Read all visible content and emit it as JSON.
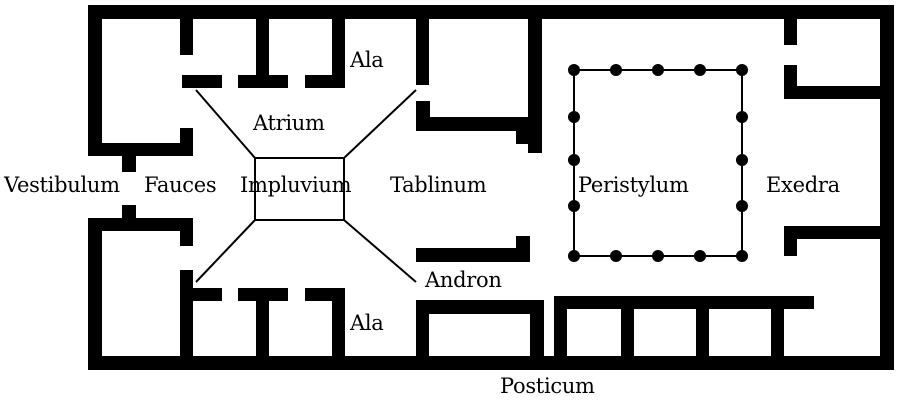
{
  "labels": {
    "vestibulum": "Vestibulum",
    "fauces": "Fauces",
    "impluvium": "Impluvium",
    "ala_top": "Ala",
    "ala_bottom": "Ala",
    "atrium": "Atrium",
    "tablinum": "Tablinum",
    "andron": "Andron",
    "peristylum": "Peristylum",
    "exedra": "Exedra",
    "posticum": "Posticum"
  },
  "colors": {
    "ink": "#000000",
    "paper": "#ffffff"
  }
}
